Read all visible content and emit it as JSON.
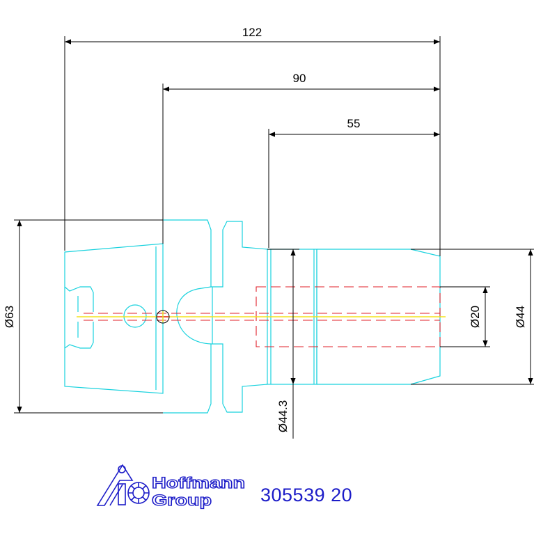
{
  "dimensions": {
    "total_length": "122",
    "shank_length": "90",
    "front_length": "55",
    "flange_diameter": "Ø63",
    "body_diameter": "Ø44.3",
    "bore_diameter": "Ø20",
    "nose_diameter": "Ø44"
  },
  "brand": {
    "line1": "Hoffmann",
    "line2": "Group"
  },
  "part_number": "305539 20",
  "colors": {
    "outline": "#19d2de",
    "hidden": "#e0202a",
    "centerline": "#f3e21e",
    "dimension": "#000000",
    "brand": "#1c1cc8"
  }
}
